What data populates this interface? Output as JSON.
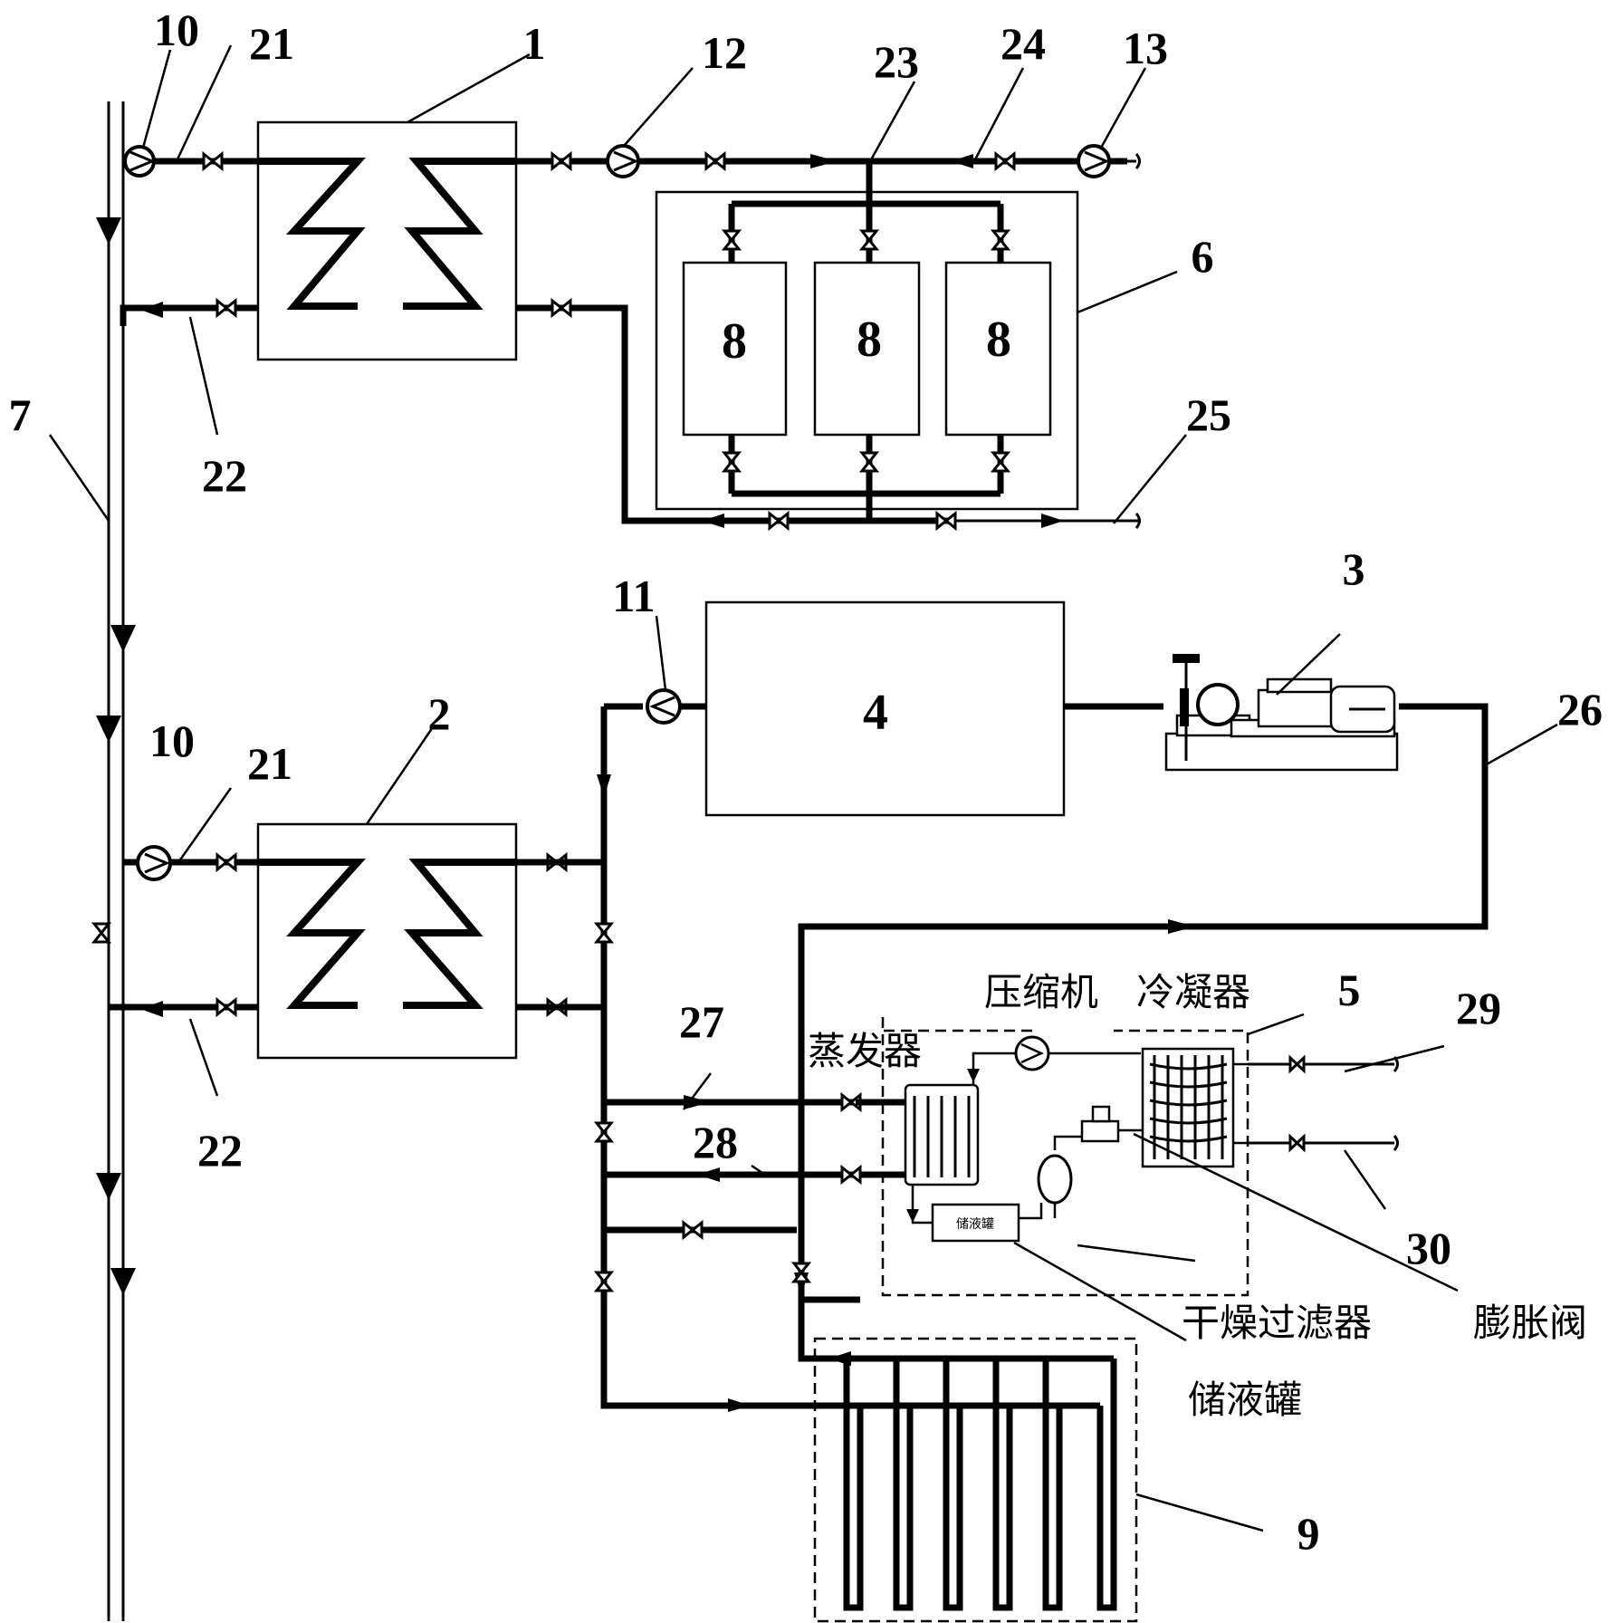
{
  "labels": {
    "n1": "1",
    "n2": "2",
    "n3": "3",
    "n4": "4",
    "n5": "5",
    "n6": "6",
    "n7": "7",
    "n8": "8",
    "n9": "9",
    "n10": "10",
    "n11": "11",
    "n12": "12",
    "n13": "13",
    "n21": "21",
    "n22": "22",
    "n23": "23",
    "n24": "24",
    "n25": "25",
    "n26": "26",
    "n27": "27",
    "n28": "28",
    "n29": "29",
    "n30": "30"
  },
  "components_cn": {
    "compressor": "压缩机",
    "condenser": "冷凝器",
    "evaporator": "蒸发器",
    "drier_filter": "干燥过滤器",
    "expansion_valve": "膨胀阀",
    "receiver": "储液罐",
    "receiver_small": "储液罐"
  }
}
